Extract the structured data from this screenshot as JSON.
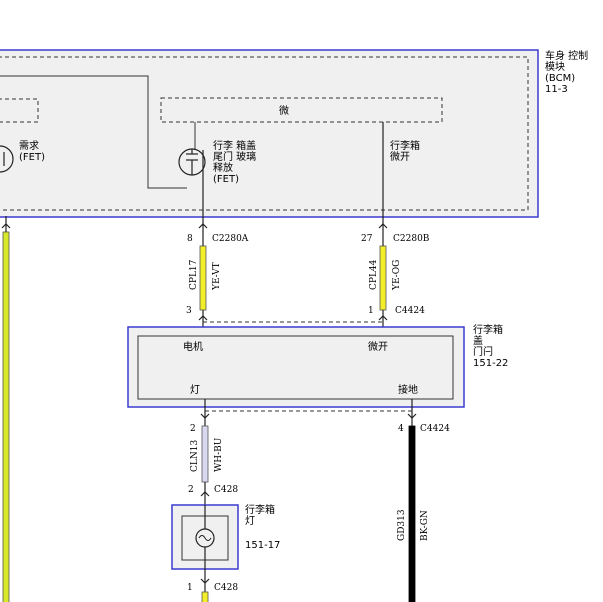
{
  "bcm": {
    "name_line1": "车身 控制",
    "name_line2": "模块",
    "name_line3": "(BCM)",
    "page_ref": "11-3",
    "inner_box_label": "微",
    "demand_line1": "需求",
    "demand_line2": "(FET)",
    "trunk_release_line1": "行李 箱盖",
    "trunk_release_line2": "尾门 玻璃",
    "trunk_release_line3": "释放",
    "trunk_release_line4": "(FET)",
    "trunk_ajar_line1": "行李箱",
    "trunk_ajar_line2": "微开"
  },
  "wires": {
    "left_pin": "8",
    "left_connector": "C2280A",
    "left_circuit": "CPL17",
    "left_color": "YE-VT",
    "left_bottom_pin": "3",
    "right_pin": "27",
    "right_connector": "C2280B",
    "right_circuit": "CPL44",
    "right_color": "YE-OG",
    "right_bottom_pin": "1",
    "right_bottom_connector": "C4424"
  },
  "latch": {
    "name_line1": "行李箱",
    "name_line2": "盖",
    "name_line3": "门闩",
    "page_ref": "151-22",
    "motor_label": "电机",
    "ajar_label": "微开",
    "lamp_label": "灯",
    "ground_label": "接地"
  },
  "lamp_circuit": {
    "top_pin": "2",
    "circuit": "CLN13",
    "color": "WH-BU",
    "lamp_pin": "2",
    "lamp_connector": "C428",
    "bottom_pin": "1",
    "bottom_connector": "C428"
  },
  "ground_circuit": {
    "pin": "4",
    "connector": "C4424",
    "circuit": "GD313",
    "color": "BK-GN"
  },
  "lamp": {
    "name_line1": "行李箱",
    "name_line2": "灯",
    "page_ref": "151-17"
  },
  "colors": {
    "module_border": "#3a3ad0",
    "module_fill": "#f0f0f0",
    "wire_yellow": "#f2ee2a",
    "wire_white_blue": "#d8d8f0",
    "wire_black": "#000000"
  }
}
